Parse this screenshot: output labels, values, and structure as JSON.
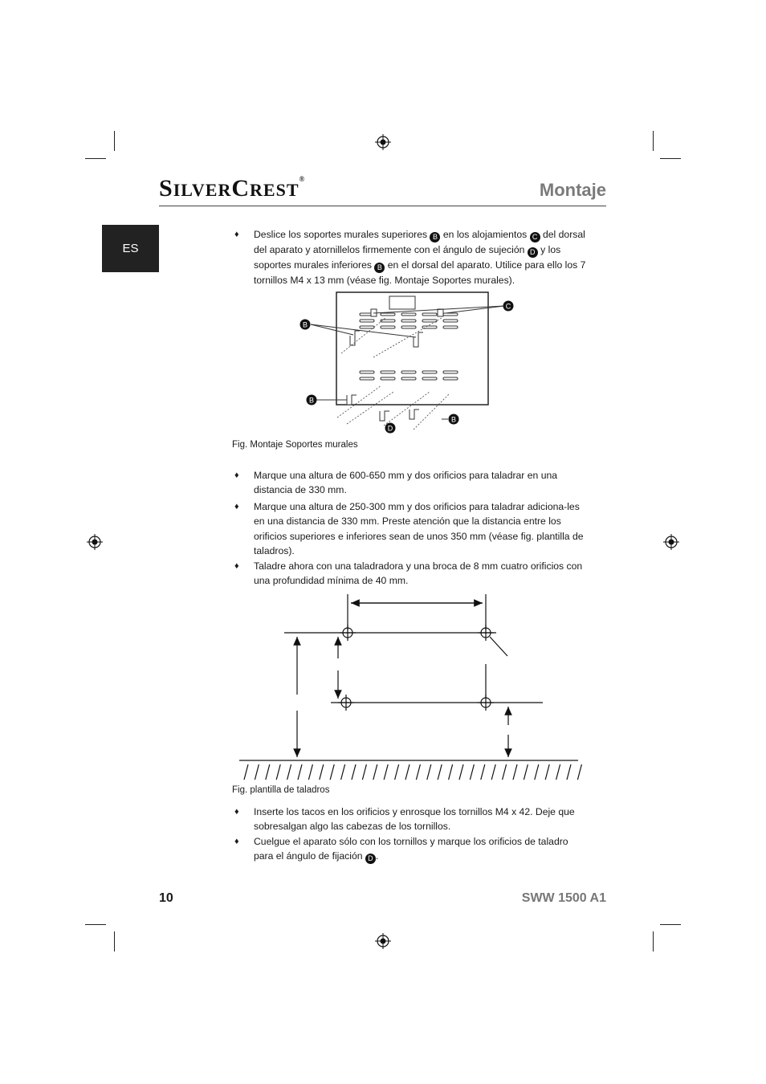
{
  "header": {
    "brand_big1": "S",
    "brand_small1": "ILVER",
    "brand_big2": "C",
    "brand_small2": "REST",
    "brand_reg": "®",
    "title": "Montaje"
  },
  "language_tab": "ES",
  "section1": {
    "p1": "Deslice los soportes murales superiores",
    "m1": "B",
    "p2": "en los alojamientos",
    "m2": "C",
    "p3": "del dorsal del aparato y atornillelos firmemente con el ángulo de sujeción",
    "m3": "D",
    "p4": "y los soportes murales inferiores",
    "m4": "B",
    "p5": "en el dorsal del aparato. Utilice para ello los 7 tornillos M4 x 13 mm (véase fig. Montaje Soportes murales)."
  },
  "figure1": {
    "labels": [
      "C",
      "B",
      "B",
      "B",
      "D"
    ],
    "caption": "Fig. Montaje Soportes murales"
  },
  "bullets_mid": [
    "Marque una altura de 600-650 mm y dos orificios para taladrar en una distancia de 330 mm.",
    "Marque una altura de 250-300 mm y dos orificios para taladrar adiciona-les en una distancia de 330 mm. Preste atención que la distancia entre los orificios superiores e inferiores sean de unos 350 mm (véase fig. plantilla de taladros).",
    "Taladre ahora con una taladradora y una broca de 8 mm cuatro orificios con una profundidad mínima de 40 mm."
  ],
  "figure2": {
    "caption": "Fig. plantilla de taladros"
  },
  "bullets_end": {
    "b1": "Inserte los tacos en los orificios y enrosque los tornillos M4 x 42. Deje que sobresalgan algo las cabezas de los tornillos.",
    "b2_text": "Cuelgue el aparato sólo con los tornillos y marque los orificios de taladro para el ángulo de fijación",
    "b2_marker": "D",
    "b2_end": "."
  },
  "bullet_symbol": "♦",
  "footer": {
    "page_number": "10",
    "model": "SWW 1500 A1"
  }
}
